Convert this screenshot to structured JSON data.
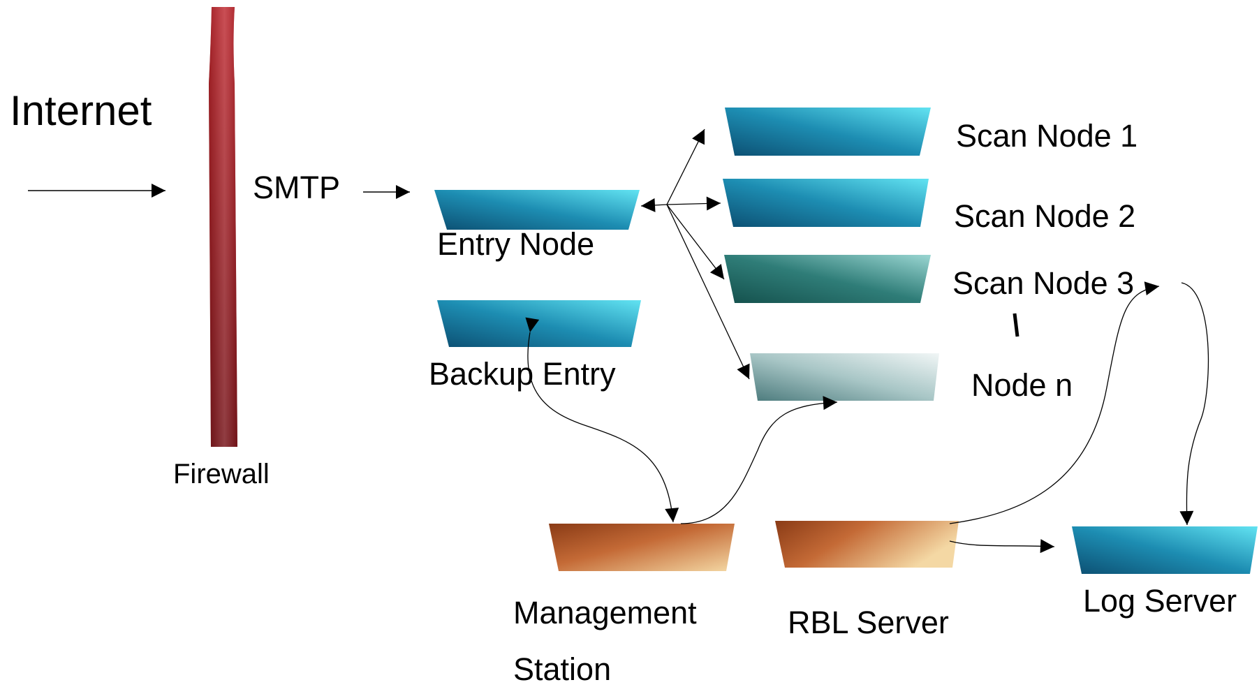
{
  "labels": {
    "internet": "Internet",
    "smtp": "SMTP",
    "firewall": "Firewall",
    "entry_node": "Entry Node",
    "backup_entry": "Backup Entry",
    "scan_node_1": "Scan Node 1",
    "scan_node_2": "Scan Node 2",
    "scan_node_3": "Scan Node 3",
    "node_n": "Node n",
    "management_line1": "Management",
    "management_line2": "Station",
    "rbl_server": "RBL Server",
    "log_server": "Log Server"
  },
  "colors": {
    "firewall": "#a8262e",
    "node_blue": "#1e7fa4",
    "node_teal": "#2e7b78",
    "node_gray": "#7fa6a6",
    "node_orange": "#b35a2c"
  }
}
